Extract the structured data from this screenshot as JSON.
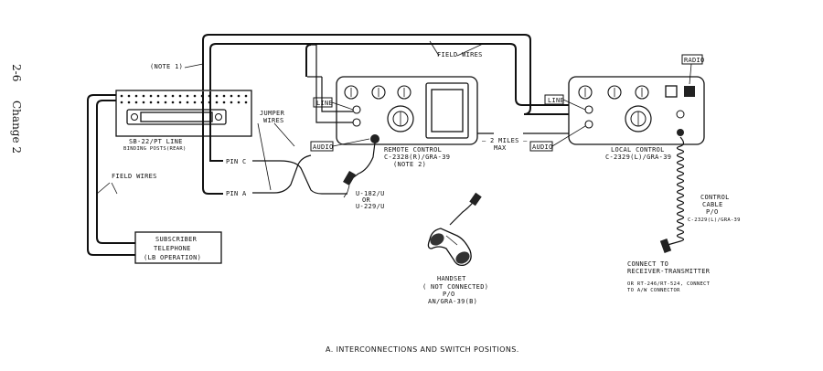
{
  "side_label": {
    "page": "2-6",
    "change": "Change 2"
  },
  "labels": {
    "note1": "(NOTE 1)",
    "field_wires_top": "FIELD WIRES",
    "radio": "RADIO",
    "line_left": "LINE",
    "line_right": "LINE",
    "audio_left": "AUDIO",
    "audio_right": "AUDIO",
    "jumper_wires_1": "JUMPER",
    "jumper_wires_2": "WIRES",
    "sb22_name": "SB-22/PT LINE",
    "sb22_sub": "BINDING POSTS(REAR)",
    "pin_c": "PIN C",
    "pin_a": "PIN A",
    "field_wires_left": "FIELD WIRES",
    "remote_control_1": "REMOTE CONTROL",
    "remote_control_2": "C-2328(R)/GRA-39",
    "remote_control_3": "(NOTE 2)",
    "distance_1": "— 2 MILES —",
    "distance_2": "MAX",
    "local_control_1": "LOCAL CONTROL",
    "local_control_2": "C-2329(L)/GRA-39",
    "u182_1": "U-182/U",
    "u182_2": "OR",
    "u182_3": "U-229/U",
    "control_cable_1": "CONTROL",
    "control_cable_2": "CABLE",
    "control_cable_3": "P/O",
    "control_cable_4": "C-2329(L)/GRA-39",
    "subscriber_1": "SUBSCRIBER",
    "subscriber_2": "TELEPHONE",
    "subscriber_3": "(LB OPERATION)",
    "handset_1": "HANDSET",
    "handset_2": "( NOT CONNECTED)",
    "handset_3": "P/O",
    "handset_4": "AN/GRA-39(B)",
    "connect_1": "CONNECT TO",
    "connect_2": "RECEIVER-TRANSMITTER",
    "connect_3": "OR RT-246/RT-524, CONNECT",
    "connect_4": "TO A/W CONNECTOR",
    "caption": "A. INTERCONNECTIONS AND SWITCH POSITIONS."
  }
}
